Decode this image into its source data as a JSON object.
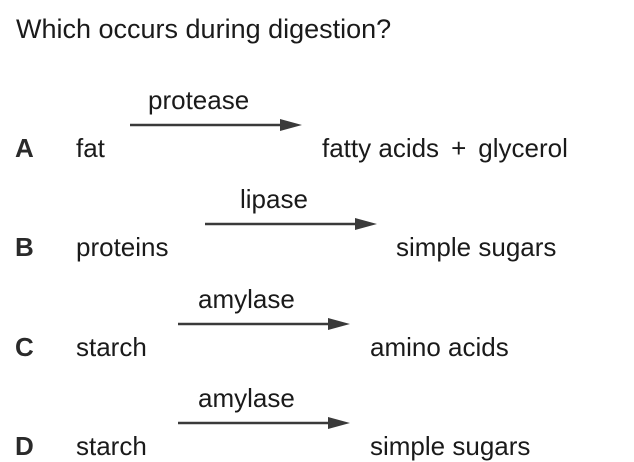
{
  "question": "Which occurs during digestion?",
  "options": [
    {
      "letter": "A",
      "reactant": "fat",
      "enzyme": "protease",
      "product_1": "fatty acids",
      "plus": "+",
      "product_2": "glycerol"
    },
    {
      "letter": "B",
      "reactant": "proteins",
      "enzyme": "lipase",
      "product_1": "simple sugars"
    },
    {
      "letter": "C",
      "reactant": "starch",
      "enzyme": "amylase",
      "product_1": "amino acids"
    },
    {
      "letter": "D",
      "reactant": "starch",
      "enzyme": "amylase",
      "product_1": "simple sugars"
    }
  ],
  "colors": {
    "text": "#1a1a1a",
    "arrow": "#3a3a3a"
  },
  "icons": {
    "reaction_arrow": "right-arrow-icon"
  }
}
